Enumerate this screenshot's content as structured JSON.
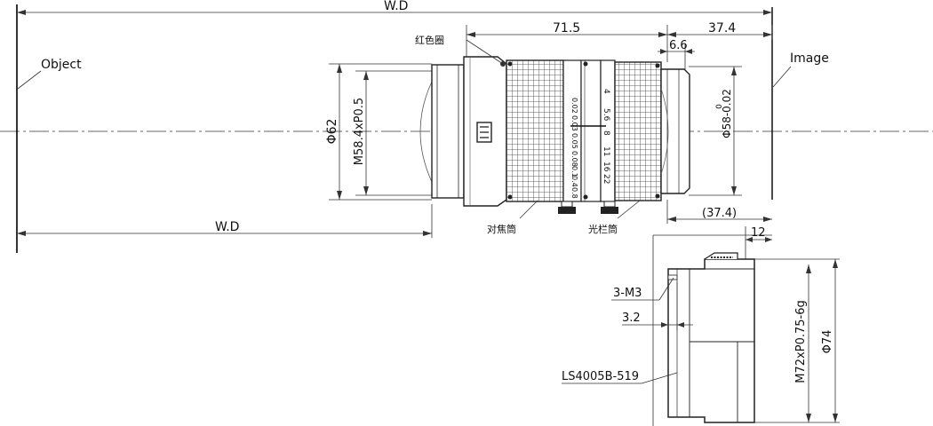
{
  "dimensions": {
    "wd_top": "W.D",
    "wd_bottom": "W.D",
    "length_body": "71.5",
    "length_flange": "37.4",
    "step": "6.6",
    "dia_outer": "Φ62",
    "thread_front": "M58.4xP0.5",
    "dia_rear": "Φ58-0.02",
    "dia_rear_upper": "0",
    "flange_paren": "(37.4)",
    "adapter_len": "12",
    "screw": "3-M3",
    "screw_depth": "3.2",
    "adapter_thread": "M72xP0.75-6g",
    "adapter_dia": "Φ74"
  },
  "labels": {
    "object": "Object",
    "image": "Image",
    "red_ring": "红色圈",
    "focus_barrel": "对焦筒",
    "iris_barrel": "光栏筒",
    "adapter_model": "LS4005B-519"
  },
  "scales": {
    "focus": [
      "0.02",
      "0.03",
      "0.05",
      "0.08",
      "0.1",
      "0.4",
      "0.8"
    ],
    "iris": [
      "4",
      "5.6",
      "8",
      "11",
      "16",
      "22"
    ]
  }
}
